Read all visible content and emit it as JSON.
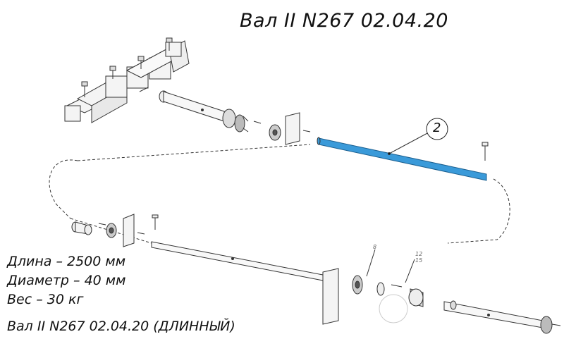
{
  "title": "Вал II N267 02.04.20",
  "specs": {
    "length": "Длина – 2500 мм",
    "diameter": "Диаметр – 40 мм",
    "weight": "Вес – 30 кг"
  },
  "caption": "Вал II N267 02.04.20 (ДЛИННЫЙ)",
  "callouts": {
    "highlight": "2",
    "small_8": "8",
    "small_12": "12",
    "small_15": "15"
  },
  "colors": {
    "highlight_shaft": "#3a9ad9",
    "line": "#333333"
  }
}
